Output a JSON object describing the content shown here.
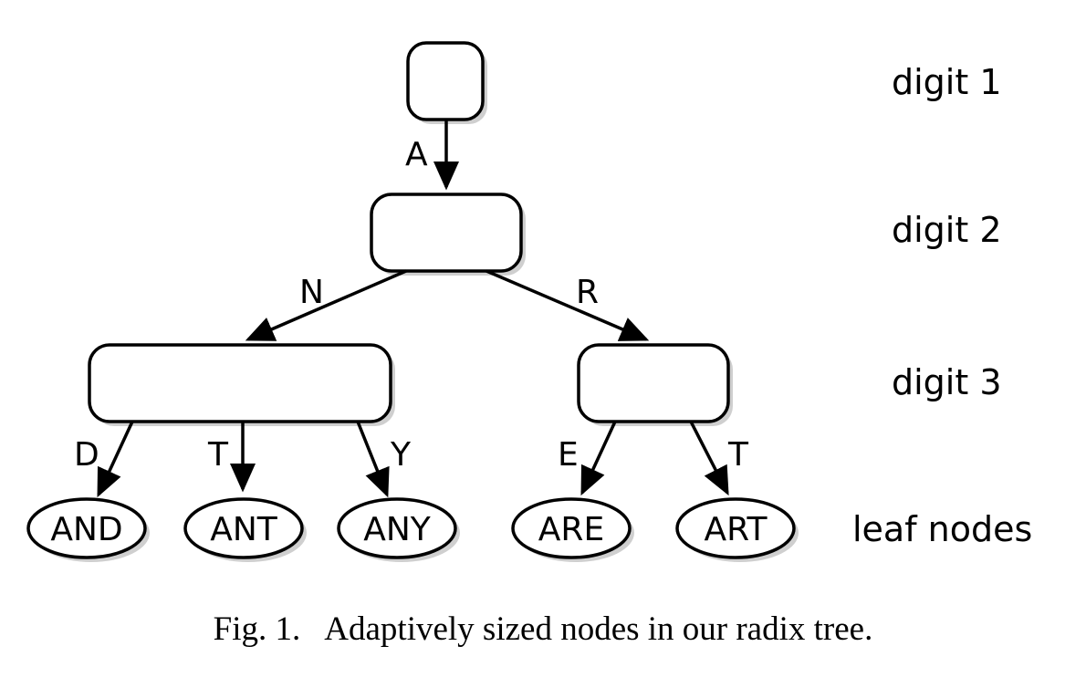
{
  "levels": {
    "digit1": "digit 1",
    "digit2": "digit 2",
    "digit3": "digit 3",
    "leaf": "leaf nodes"
  },
  "edges": {
    "root_to_n2": "A",
    "n2_to_left": "N",
    "n2_to_right": "R",
    "left_to_and": "D",
    "left_to_ant": "T",
    "left_to_any": "Y",
    "right_to_are": "E",
    "right_to_art": "T"
  },
  "leaves": {
    "and": "AND",
    "ant": "ANT",
    "any": "ANY",
    "are": "ARE",
    "art": "ART"
  },
  "caption": {
    "figure_label": "Fig. 1.",
    "text": "Adaptively sized nodes in our radix tree."
  }
}
